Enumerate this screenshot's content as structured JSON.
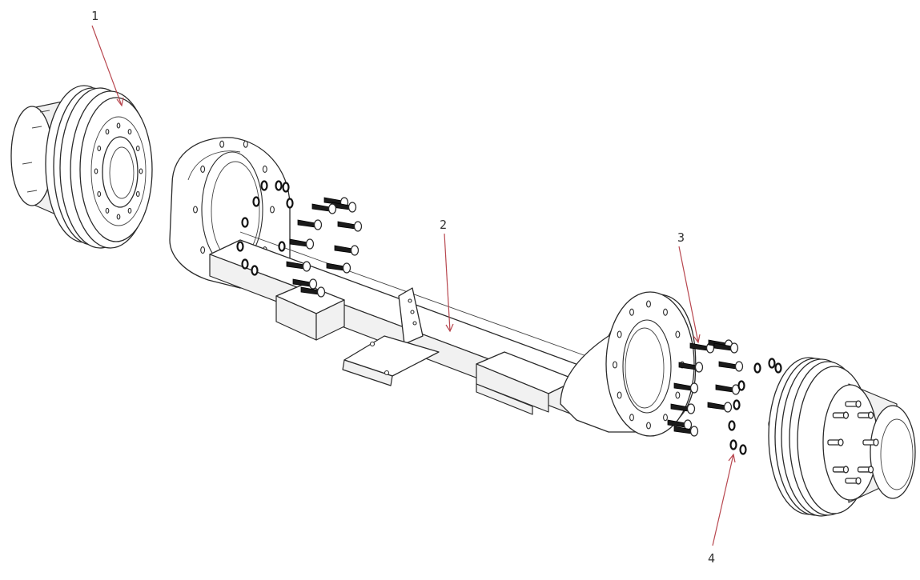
{
  "callouts": [
    {
      "id": "1",
      "label": "1"
    },
    {
      "id": "2",
      "label": "2"
    },
    {
      "id": "3",
      "label": "3"
    },
    {
      "id": "4",
      "label": "4"
    }
  ],
  "colors": {
    "leader": "#b8474f",
    "line": "#2a2a2a",
    "bolt": "#1a1a1a"
  }
}
